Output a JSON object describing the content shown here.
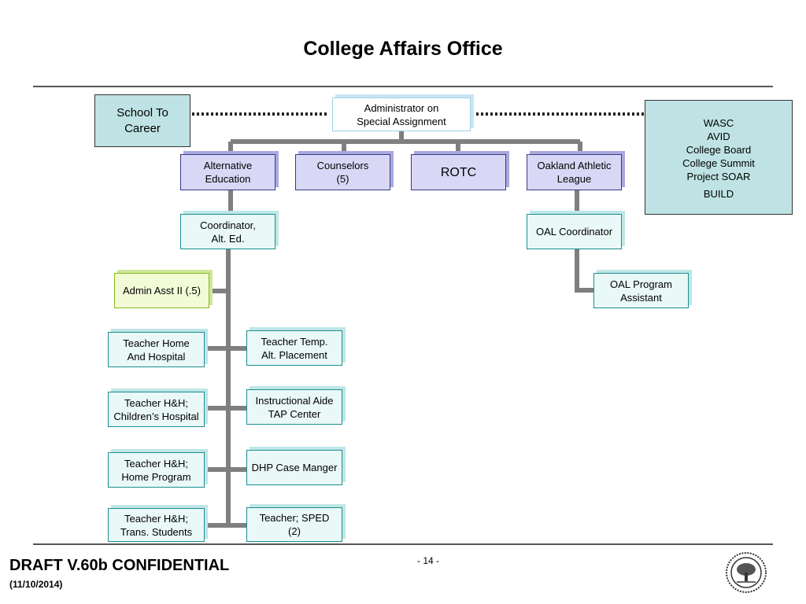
{
  "title": "College Affairs Office",
  "side_left": {
    "text": "School To\nCareer"
  },
  "side_right": {
    "items": [
      "WASC",
      "AVID",
      "College Board",
      "College Summit",
      "Project SOAR",
      "BUILD"
    ]
  },
  "nodes": {
    "admin": "Administrator on\nSpecial Assignment",
    "alt_ed": "Alternative\nEducation",
    "counselors": "Counselors\n(5)",
    "rotc": "ROTC",
    "oal": "Oakland Athletic\nLeague",
    "coordinator": "Coordinator,\nAlt. Ed.",
    "oal_coordinator": "OAL Coordinator",
    "oal_program": "OAL Program\nAssistant",
    "admin_asst": "Admin Asst II (.5)",
    "teacher_home_hospital": "Teacher Home\nAnd Hospital",
    "teacher_temp": "Teacher Temp.\nAlt. Placement",
    "teacher_childrens": "Teacher H&H;\nChildren’s Hospital",
    "instructional_aide": "Instructional Aide\nTAP Center",
    "teacher_home_program": "Teacher H&H;\nHome Program",
    "dhp_case": "DHP Case Manger",
    "teacher_trans": "Teacher H&H;\nTrans. Students",
    "teacher_sped": "Teacher; SPED\n(2)"
  },
  "footer": {
    "draft": "DRAFT V.60b CONFIDENTIAL",
    "date": "(11/10/2014)",
    "page": "- 14 -"
  },
  "colors": {
    "connector": "#808080",
    "teal_border": "#1b8f90",
    "purple_fill": "#d8d8f6",
    "side_fill": "#bfe3e4"
  }
}
